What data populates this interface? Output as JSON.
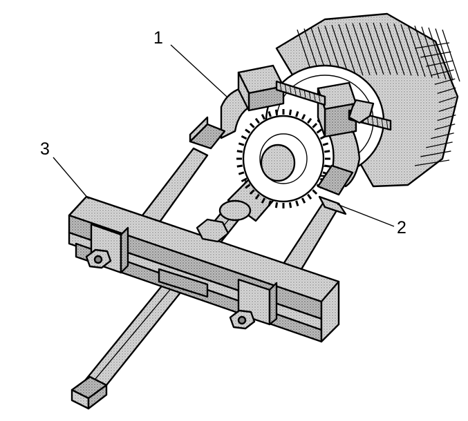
{
  "diagram": {
    "callouts": [
      {
        "id": "1",
        "label": "1"
      },
      {
        "id": "2",
        "label": "2"
      },
      {
        "id": "3",
        "label": "3"
      }
    ],
    "colors": {
      "line": "#000000",
      "shade": "#cfcfcf",
      "shade_dark": "#b5b5b5",
      "background": "#ffffff"
    }
  }
}
